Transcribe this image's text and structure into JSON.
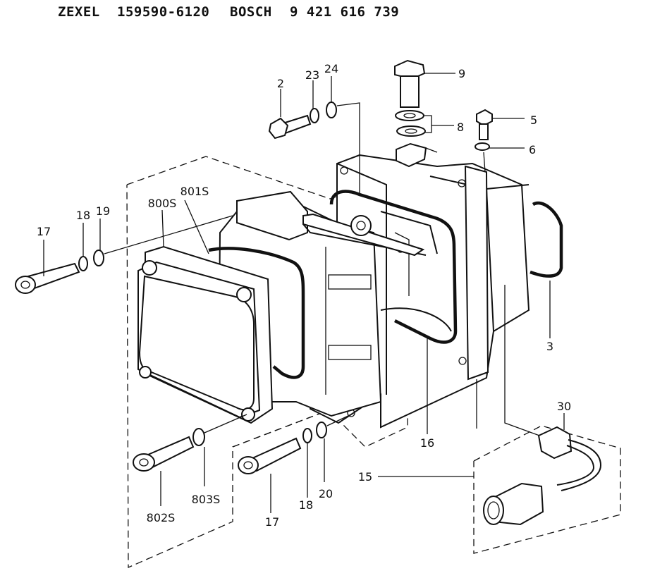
{
  "header": {
    "brand1": "ZEXEL",
    "number1": "159590-6120",
    "brand2": "BOSCH",
    "number2": "9 421 616 739"
  },
  "callouts": {
    "p2": "2",
    "p23": "23",
    "p24": "24",
    "p9": "9",
    "p8": "8",
    "p5": "5",
    "p6": "6",
    "p801s": "801S",
    "p800s": "800S",
    "p17a": "17",
    "p18a": "18",
    "p19": "19",
    "p3": "3",
    "p30": "30",
    "p16": "16",
    "p15": "15",
    "p802s": "802S",
    "p803s": "803S",
    "p17b": "17",
    "p18b": "18",
    "p20": "20"
  }
}
